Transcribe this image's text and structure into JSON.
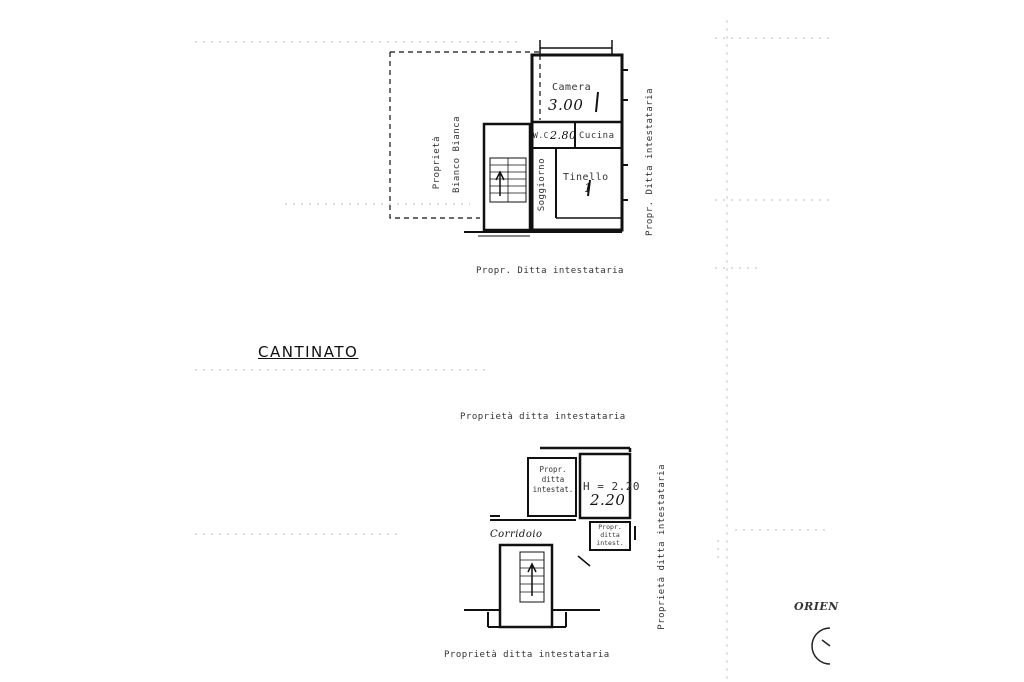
{
  "upper_floor": {
    "room_camera": "Camera",
    "camera_mark": "3.00",
    "room_wc": "W.C.",
    "wc_mark": "2.80",
    "room_cucina": "Cucina",
    "room_tinello": "Tinello",
    "tinello_mark": "1",
    "room_soggiorno": "Soggiorno",
    "label_left_vertical_1": "Proprietà",
    "label_left_vertical_2": "Bianco Bianca",
    "label_right_vertical": "Propr. Ditta intestataria",
    "label_bottom": "Propr. Ditta intestataria"
  },
  "section_title": "CANTINATO",
  "basement": {
    "label_top": "Proprietà ditta intestataria",
    "box_top_left": [
      "Propr.",
      "ditta",
      "intestat."
    ],
    "height_label": "H = 2.20",
    "height_value": "2.20",
    "box_small": [
      "Propr.",
      "ditta",
      "intest."
    ],
    "corridor": "Corridoio",
    "label_right_vertical": "Proprietà ditta intestataria",
    "label_bottom": "Proprietà ditta intestataria"
  },
  "orientation_label": "ORIEN"
}
